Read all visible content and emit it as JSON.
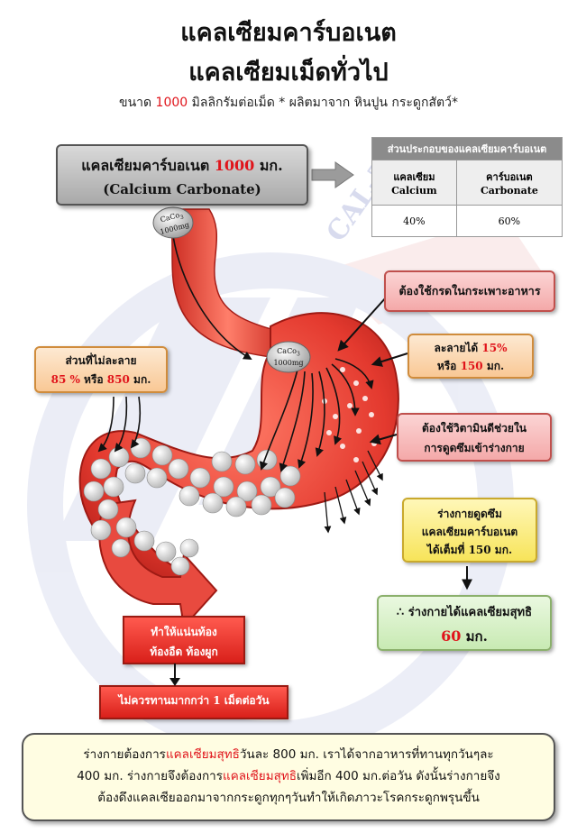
{
  "header": {
    "title_line1": "แคลเซียมคาร์บอเนต",
    "title_line2": "แคลเซียมเม็ดทั่วไป",
    "subtitle_prefix": "ขนาด ",
    "subtitle_amount": "1000",
    "subtitle_suffix": " มิลลิกรัมต่อเม็ด  * ผลิตมาจาก หินปูน กระดูกสัตว์*"
  },
  "product_box": {
    "line1_prefix": "แคลเซียมคาร์บอเนต ",
    "line1_amount": "1000",
    "line1_unit": " มก.",
    "line2": "(Calcium Carbonate)"
  },
  "composition_table": {
    "title": "ส่วนประกอบของแคลเซียมคาร์บอเนต",
    "col1_th": "แคลเซียม",
    "col1_en": "Calcium",
    "col2_th": "คาร์บอเนต",
    "col2_en": "Carbonate",
    "col1_value": "40%",
    "col2_value": "60%"
  },
  "pill_labels": {
    "formula": "CaCo",
    "subscript": "3",
    "dose": "1000mg"
  },
  "watermark": "CAL-Z",
  "callouts": {
    "stomach_acid": "ต้องใช้กรดในกระเพาะอาหาร",
    "dissolves_prefix": "ละลายได้ ",
    "dissolves_pct": "15%",
    "dissolves_or": "หรือ ",
    "dissolves_mg": "150",
    "dissolves_unit": " มก.",
    "vitamin_d_line1": "ต้องใช้วิตามินดีช่วยใน",
    "vitamin_d_line2": "การดูดซึมเข้าร่างกาย",
    "undissolved_line1": "ส่วนที่ไม่ละลาย",
    "undissolved_pct": "85 %",
    "undissolved_or": " หรือ ",
    "undissolved_mg": "850",
    "undissolved_unit": " มก.",
    "absorbed_line1": "ร่างกายดูดซึม",
    "absorbed_line2": "แคลเซียมคาร์บอเนต",
    "absorbed_line3": "ได้เต็มที่ 150 มก.",
    "result_line1": "∴ ร่างกายได้แคลเซียมสุทธิ",
    "result_amount": "60",
    "result_unit": " มก.",
    "side_effect_line1": "ทำให้แน่นท้อง",
    "side_effect_line2": "ท้องอืด ท้องผูก",
    "limit": "ไม่ควรทานมากกว่า 1 เม็ดต่อวัน"
  },
  "footer": {
    "p1": "ร่างกายต้องการ",
    "h1": "แคลเซียมสุทธิ",
    "p2": "วันละ  800 มก.  เราได้จากอาหารที่ทานทุกวันๆละ",
    "p3": "400 มก.  ร่างกายจึงต้องการ",
    "h2": "แคลเซียมสุทธิ",
    "p4": "เพิ่มอีก  400 มก.ต่อวัน  ดังนั้นร่างกายจึง",
    "p5": "ต้องดึงแคลเซียออกมาจากกระดูกทุกๆวันทำให้เกิดภาวะโรคกระดูกพรุนขึ้น"
  },
  "colors": {
    "accent_red": "#e0141b",
    "stomach": "#e8433a",
    "watermark": "#c8cde8"
  }
}
